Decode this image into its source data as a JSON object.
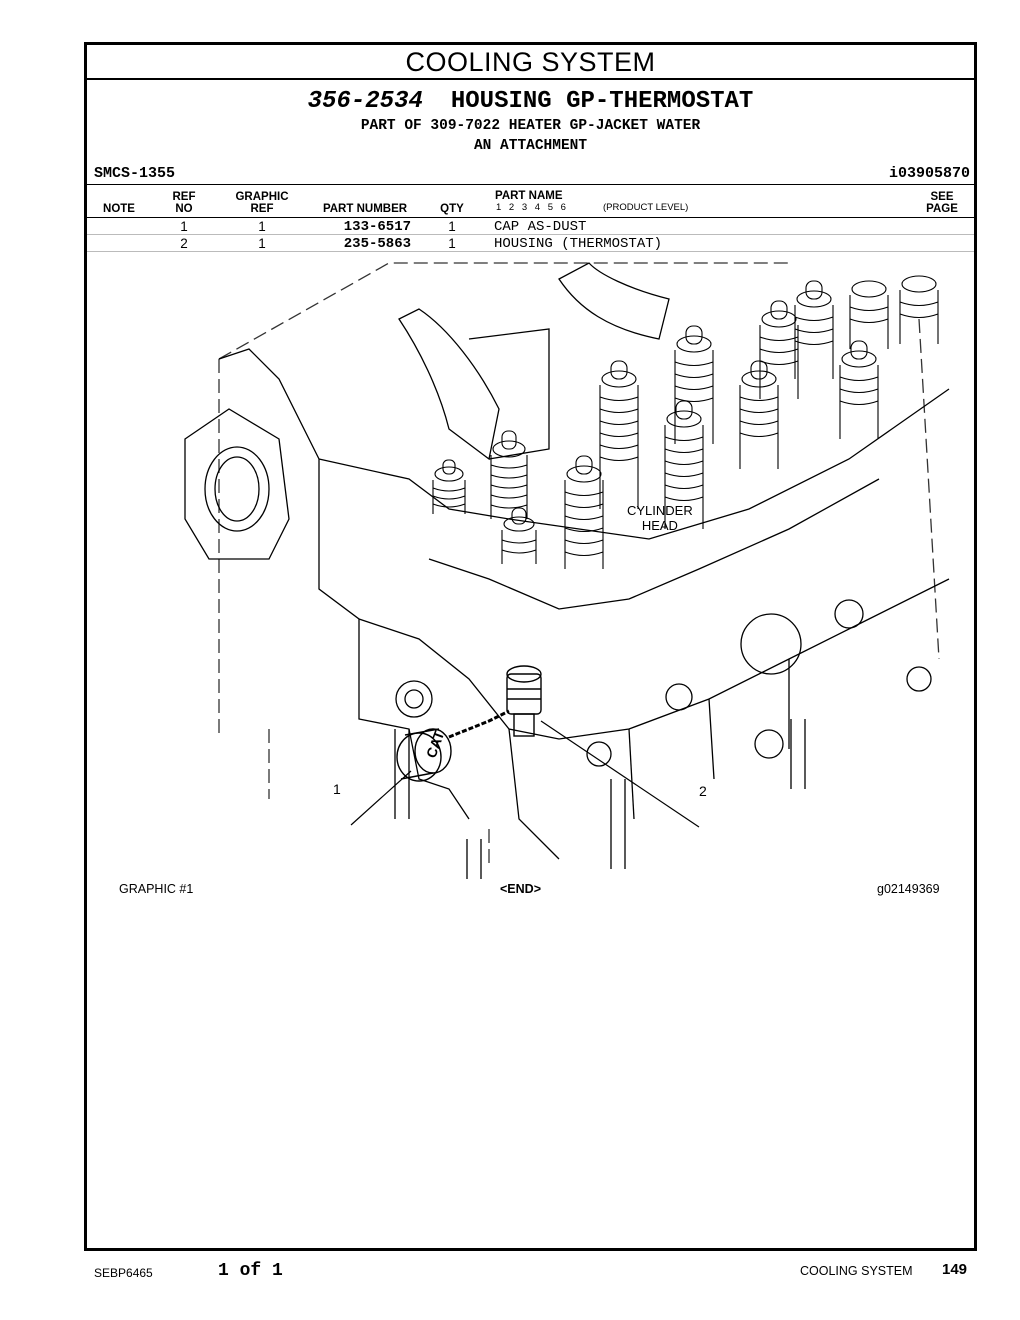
{
  "section_title": "COOLING SYSTEM",
  "group": {
    "part_number": "356-2534",
    "name": "HOUSING GP-THERMOSTAT",
    "part_of": "PART OF 309-7022 HEATER GP-JACKET WATER",
    "attachment": "AN ATTACHMENT"
  },
  "smcs": "SMCS-1355",
  "ident": "i03905870",
  "columns": {
    "note": "NOTE",
    "ref_top": "REF",
    "ref_bottom": "NO",
    "graphic_top": "GRAPHIC",
    "graphic_bottom": "REF",
    "part_number": "PART NUMBER",
    "qty": "QTY",
    "part_name": "PART NAME",
    "levels": "1 2 3 4 5 6",
    "product_level": "(PRODUCT LEVEL)",
    "see_top": "SEE",
    "see_bottom": "PAGE"
  },
  "parts": [
    {
      "note": "",
      "ref_no": "1",
      "graphic_ref": "1",
      "part_number": "133-6517",
      "qty": "1",
      "part_name": "CAP AS-DUST",
      "see_page": ""
    },
    {
      "note": "",
      "ref_no": "2",
      "graphic_ref": "1",
      "part_number": "235-5863",
      "qty": "1",
      "part_name": "HOUSING (THERMOSTAT)",
      "see_page": ""
    }
  ],
  "illustration": {
    "label_cylinder_line1": "CYLINDER",
    "label_cylinder_line2": "HEAD",
    "callout_1": "1",
    "callout_2": "2",
    "cap_logo": "CAT"
  },
  "captions": {
    "graphic": "GRAPHIC #1",
    "end": "<END>",
    "graphic_id": "g02149369"
  },
  "footer": {
    "doc": "SEBP6465",
    "page_of": "1 of 1",
    "section": "COOLING SYSTEM",
    "page": "149"
  }
}
